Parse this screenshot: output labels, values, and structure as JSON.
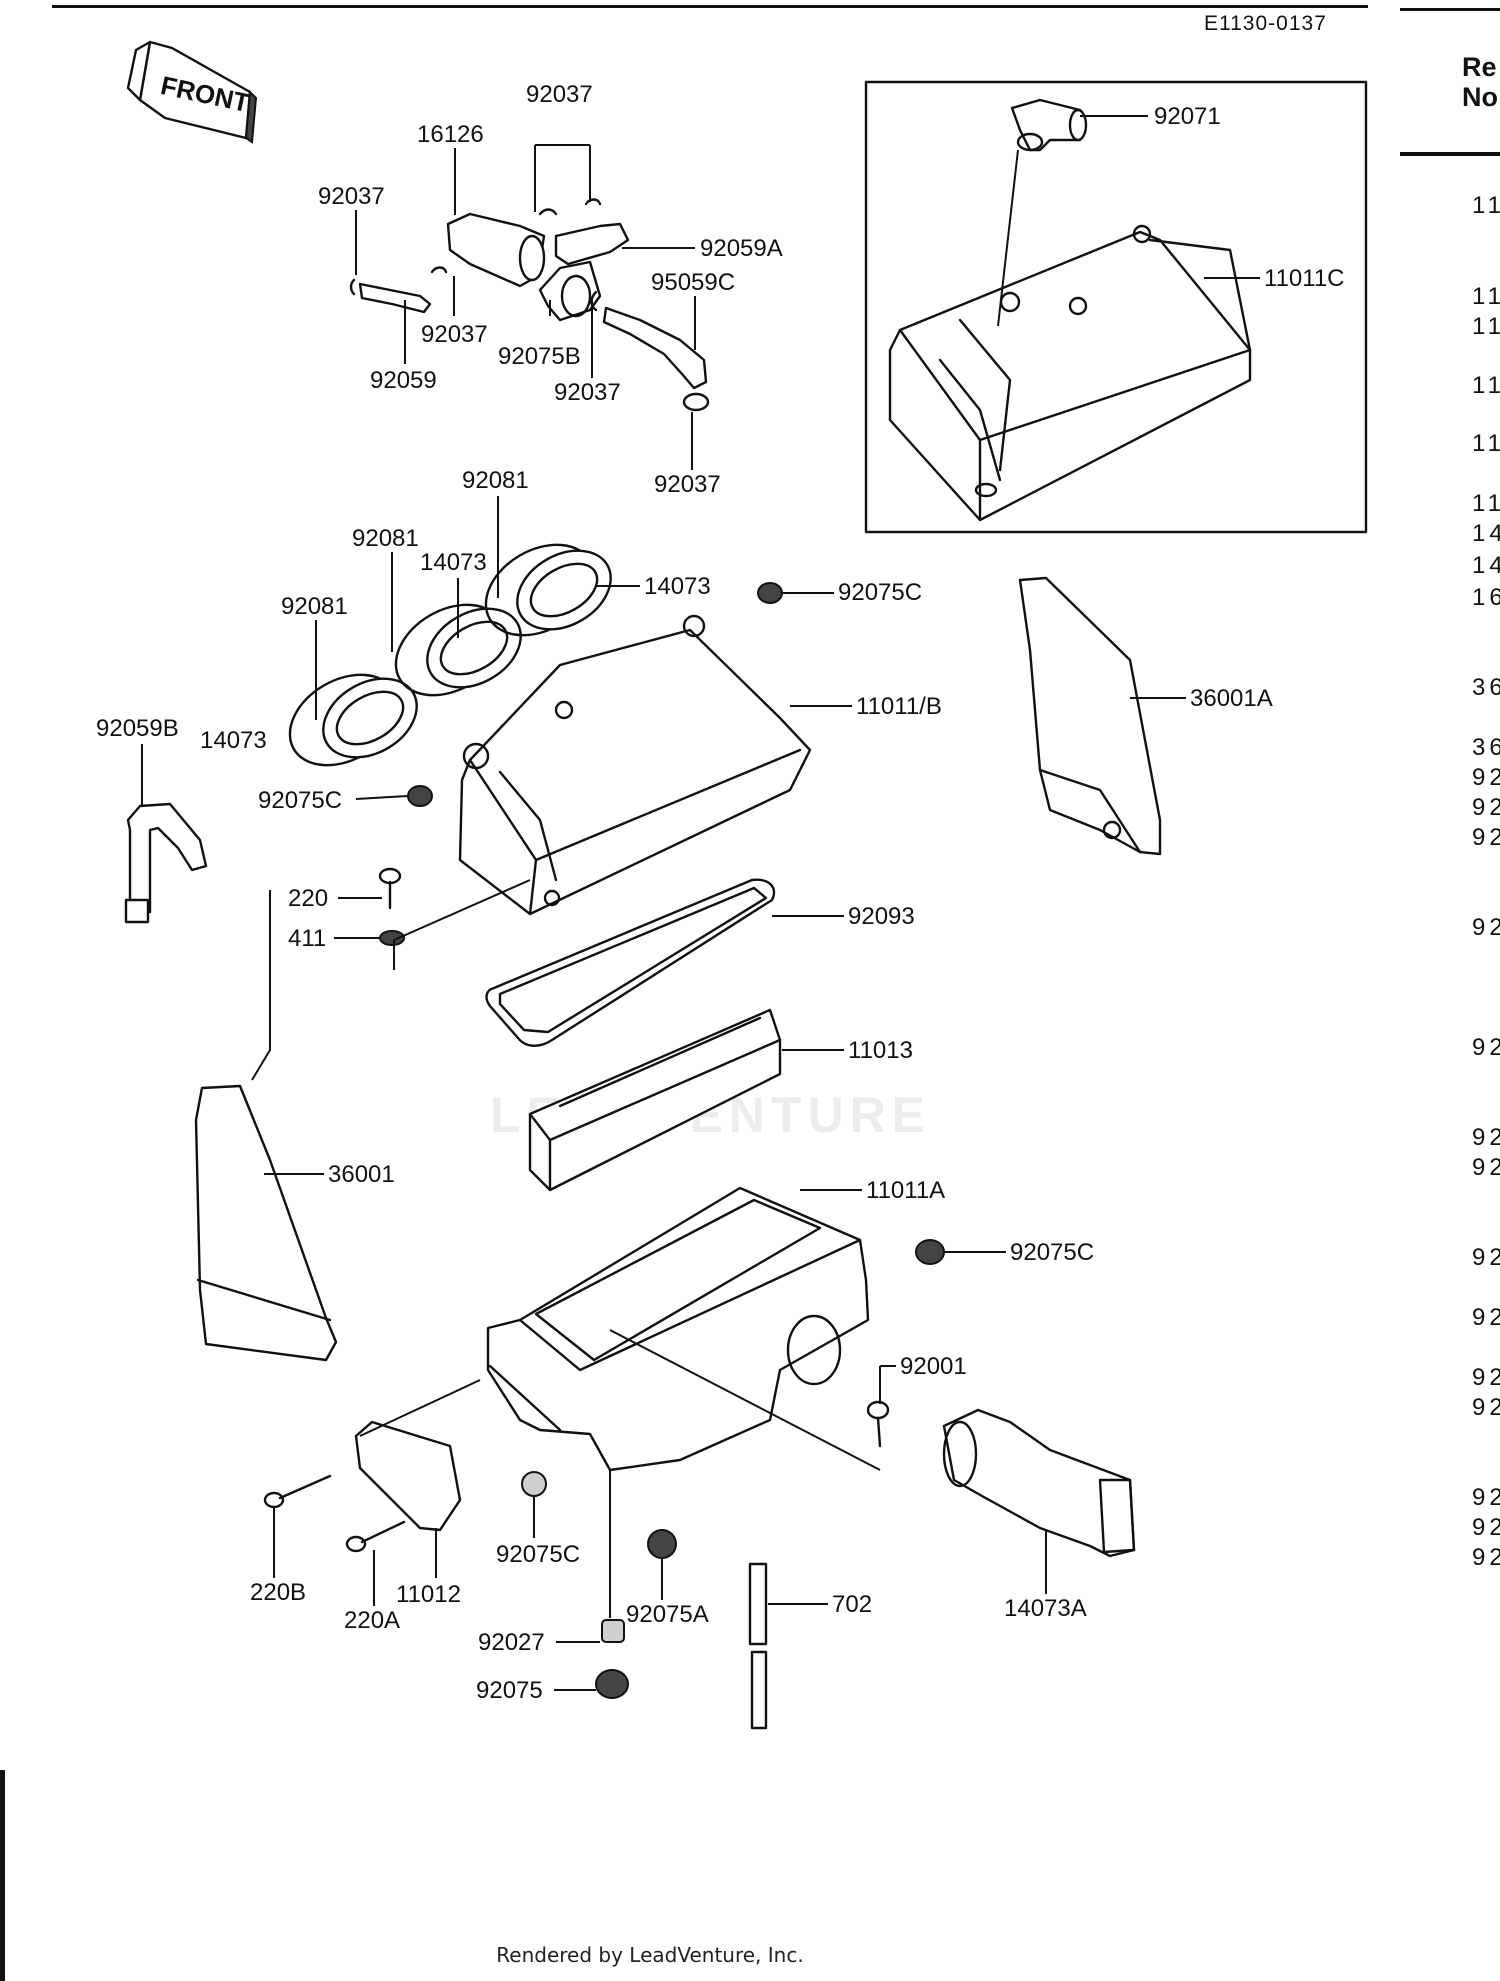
{
  "doc_code": "E1130-0137",
  "front_label": "FRONT",
  "watermark": "LEADVENTURE",
  "footer": "Rendered by LeadVenture, Inc.",
  "ref_panel": {
    "header_line1": "Re",
    "header_line2": "No",
    "numbers": [
      "11",
      "11",
      "11",
      "11",
      "11",
      "11",
      "14",
      "14",
      "16",
      "36",
      "36",
      "92",
      "92",
      "92",
      "92",
      "92",
      "92",
      "92",
      "92",
      "92",
      "92",
      "92",
      "92",
      "92",
      "92"
    ]
  },
  "callouts": {
    "c92037_top": "92037",
    "c16126": "16126",
    "c92037_l": "92037",
    "c92059A": "92059A",
    "c95059C": "95059C",
    "c92037_mid": "92037",
    "c92075B": "92075B",
    "c92059": "92059",
    "c92037_b": "92037",
    "c92037_bot": "92037",
    "c92071": "92071",
    "c11011C": "11011C",
    "c92081_a": "92081",
    "c92081_b": "92081",
    "c14073_a": "14073",
    "c14073_b": "14073",
    "c92081_c": "92081",
    "c92075C_a": "92075C",
    "c11011B": "11011/B",
    "c36001A": "36001A",
    "c92059B": "92059B",
    "c14073_c": "14073",
    "c92075C_b": "92075C",
    "c220": "220",
    "c411": "411",
    "c92093": "92093",
    "c11013": "11013",
    "c36001": "36001",
    "c11011A": "11011A",
    "c92075C_c": "92075C",
    "c92001": "92001",
    "c220B": "220B",
    "c11012": "11012",
    "c220A": "220A",
    "c92075C_d": "92075C",
    "c92075A": "92075A",
    "c702": "702",
    "c14073A": "14073A",
    "c92027": "92027",
    "c92075": "92075"
  }
}
